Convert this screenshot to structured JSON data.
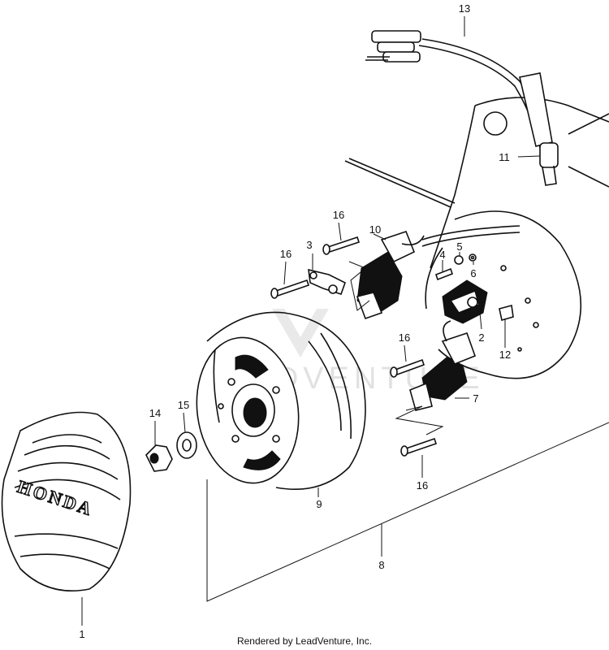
{
  "footer": "Rendered by LeadVenture, Inc.",
  "watermark": "LEADVENTURE",
  "cover_logo": "HONDA",
  "callouts": [
    "1",
    "2",
    "3",
    "4",
    "5",
    "6",
    "7",
    "8",
    "9",
    "10",
    "11",
    "12",
    "13",
    "14",
    "15",
    "16"
  ]
}
